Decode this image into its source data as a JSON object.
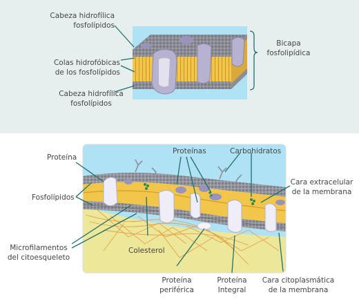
{
  "top": {
    "labels": {
      "head_top_1": "Cabeza hidrofílica",
      "head_top_2": "fosfolípidos",
      "tails_1": "Colas hidrofóbicas",
      "tails_2": "de los fosfolípidos",
      "head_bottom_1": "Cabeza hidrofílica",
      "head_bottom_2": "fosfolípidos",
      "bilayer_1": "Bicapa",
      "bilayer_2": "fosfolipídica"
    }
  },
  "bottom": {
    "labels": {
      "protein": "Proteína",
      "phospholipids": "Fosfolípidos",
      "microfilaments_1": "Microfilamentos",
      "microfilaments_2": "del citoesqueleto",
      "cholesterol": "Colesterol",
      "proteins": "Proteínas",
      "carbohydrates": "Carbohidratos",
      "extracellular_1": "Cara extracelular",
      "extracellular_2": "de la membrana",
      "peripheral_1": "Proteína",
      "peripheral_2": "periférica",
      "integral_1": "Proteína",
      "integral_2": "Integral",
      "cytoplasmic_1": "Cara citoplasmática",
      "cytoplasmic_2": "de la membrana"
    }
  },
  "colors": {
    "top_background": "#e6eeee",
    "sky": "#aee2f4",
    "lipid_head": "#8e8e96",
    "tail_yellow": "#f1c64a",
    "protein_purple": "#b7b2cf",
    "cytoplasm": "#ede79a",
    "leader_teal": "#1f6f6a"
  }
}
